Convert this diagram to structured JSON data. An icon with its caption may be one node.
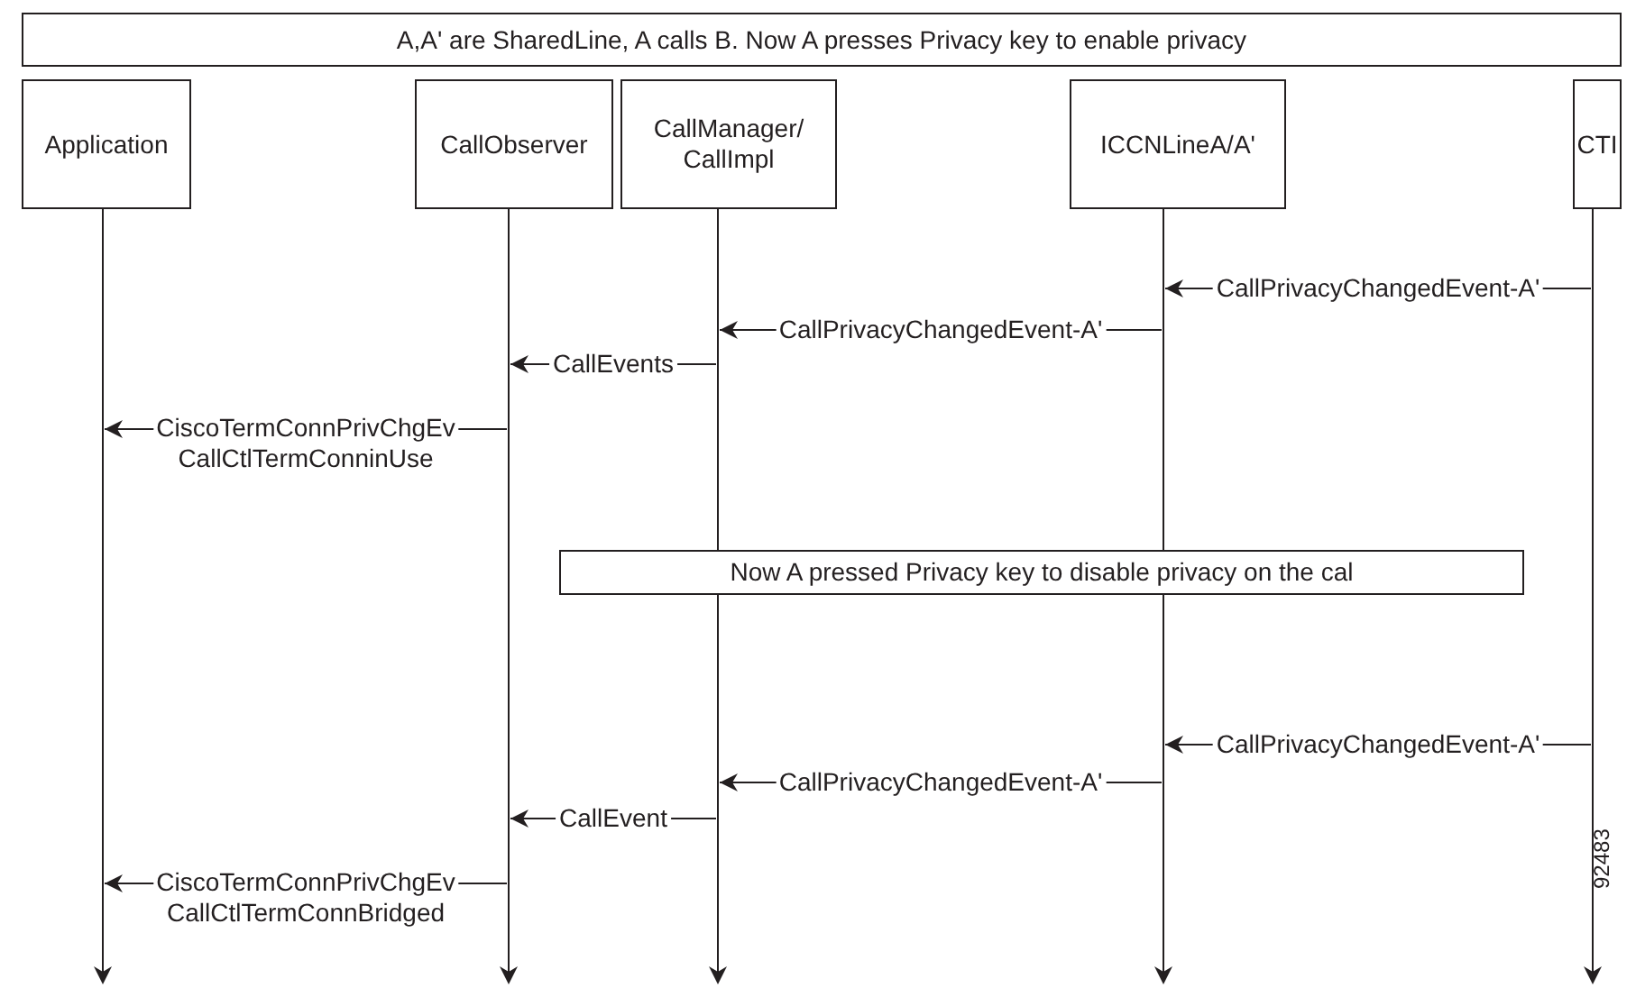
{
  "diagram": {
    "nodes": [
      {
        "text": [
          "A,A' are SharedLine, A calls B. Now A presses Privacy key to enable privacy"
        ]
      },
      {
        "text": [
          "Application"
        ]
      },
      {
        "text": [
          "CallObserver"
        ]
      },
      {
        "text": [
          "CallManager/ CallImpl"
        ]
      },
      {
        "text": [
          "ICCNLineA/A'"
        ]
      },
      {
        "text": [
          "CTI"
        ]
      },
      {
        "text": [],
        "shape": "bar"
      },
      {
        "text": [],
        "shape": "bar"
      },
      {
        "text": [],
        "shape": "bar"
      },
      {
        "text": [],
        "shape": "bar"
      },
      {
        "text": [],
        "shape": "bar"
      },
      {
        "text": [
          "Now A pressed Privacy key to disable privacy on the cal"
        ]
      }
    ],
    "edges": [
      {
        "from": 10,
        "to": 9,
        "arrow": "to",
        "label": "CallPrivacyChangedEvent-A'"
      },
      {
        "from": 9,
        "to": 8,
        "arrow": "to",
        "label": "CallPrivacyChangedEvent-A'"
      },
      {
        "from": 8,
        "to": 7,
        "arrow": "to",
        "label": "CallEvents"
      },
      {
        "from": 7,
        "to": 6,
        "arrow": "to",
        "label": "CiscoTermConnPrivChgEv CallCtlTermConninUse"
      },
      {
        "from": 10,
        "to": 9,
        "arrow": "to",
        "label": "CallPrivacyChangedEvent-A'"
      },
      {
        "from": 9,
        "to": 8,
        "arrow": "to",
        "label": "CallPrivacyChangedEvent-A'"
      },
      {
        "from": 8,
        "to": 7,
        "arrow": "to",
        "label": "CallEvent"
      },
      {
        "from": 7,
        "to": 6,
        "arrow": "to",
        "label": "CiscoTermConnPrivChgEv CallCtlTermConnBridged"
      }
    ],
    "labels": [
      "92483"
    ]
  }
}
